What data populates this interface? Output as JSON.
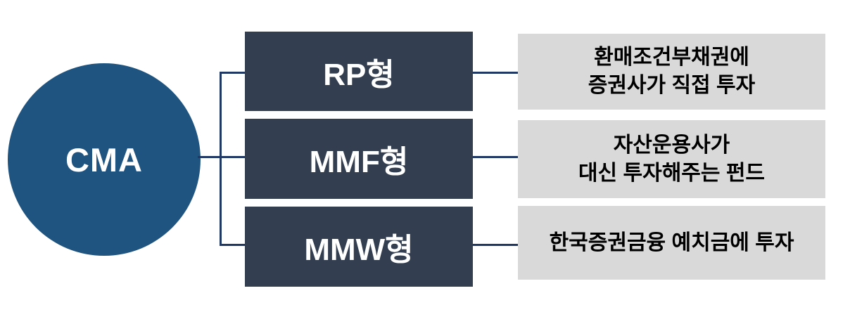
{
  "diagram": {
    "root": {
      "label": "CMA"
    },
    "branches": [
      {
        "type": "RP형",
        "description_lines": [
          "환매조건부채권에",
          "증권사가 직접 투자"
        ]
      },
      {
        "type": "MMF형",
        "description_lines": [
          "자산운용사가",
          "대신 투자해주는 펀드"
        ]
      },
      {
        "type": "MMW형",
        "description_lines": [
          "한국증권금융 예치금에 투자"
        ]
      }
    ],
    "colors": {
      "background": "#FFFFFF",
      "root_circle": "#1F5480",
      "type_box": "#333F50",
      "type_box_text": "#FFFFFF",
      "description_box": "#D9D9D9",
      "description_text": "#000000",
      "connector_line": "#1F3864"
    }
  }
}
